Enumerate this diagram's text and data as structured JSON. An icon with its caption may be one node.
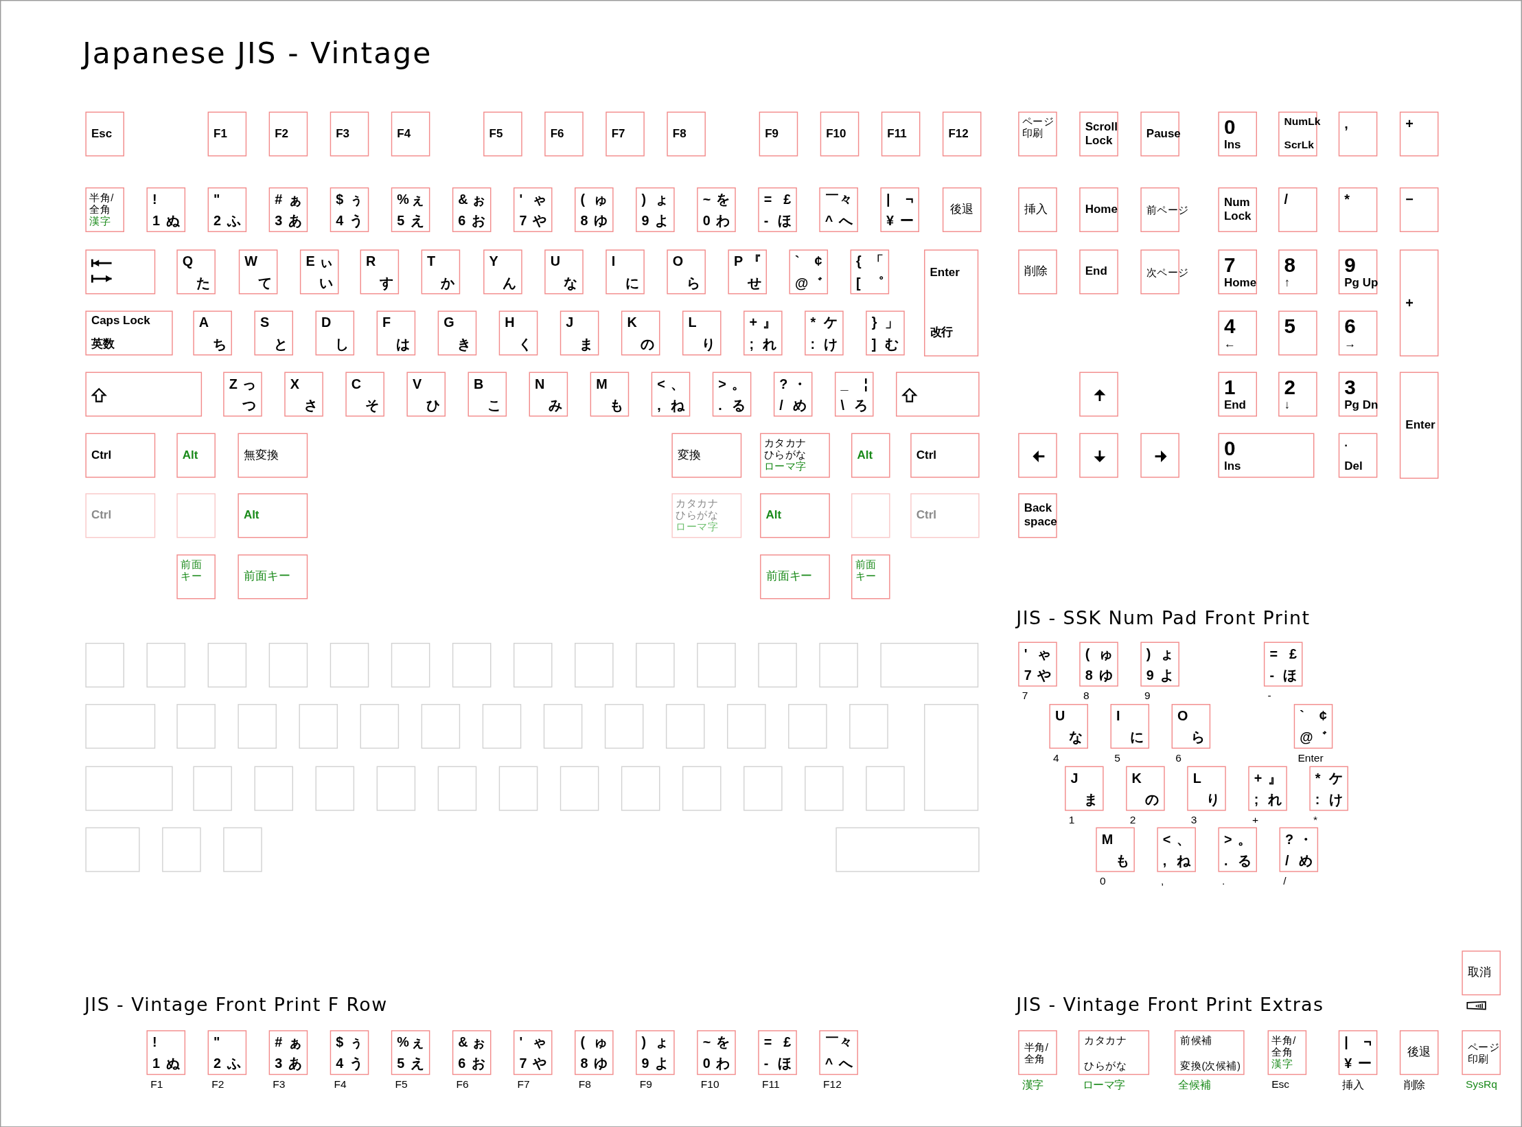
{
  "diagram": {
    "title": "Japanese JIS - Vintage",
    "nodes": [
      {
        "text": [
          "Esc"
        ]
      },
      {
        "text": [
          "F1"
        ]
      },
      {
        "text": [
          "F2"
        ]
      },
      {
        "text": [
          "F3"
        ]
      },
      {
        "text": [
          "F4"
        ]
      },
      {
        "text": [
          "F5"
        ]
      },
      {
        "text": [
          "F6"
        ]
      },
      {
        "text": [
          "F7"
        ]
      },
      {
        "text": [
          "F8"
        ]
      },
      {
        "text": [
          "F9"
        ]
      },
      {
        "text": [
          "F10"
        ]
      },
      {
        "text": [
          "F11"
        ]
      },
      {
        "text": [
          "F12"
        ]
      },
      {
        "text": [
          "ページ印刷"
        ]
      },
      {
        "text": [
          "Scroll Lock"
        ]
      },
      {
        "text": [
          "Pause"
        ]
      },
      {
        "text": [
          "0",
          "Ins"
        ]
      },
      {
        "text": [
          "NumLk",
          "ScrLk"
        ]
      },
      {
        "text": [
          ","
        ]
      },
      {
        "text": [
          "+"
        ]
      },
      {
        "text": [
          "半角/全角",
          "漢字"
        ]
      },
      {
        "text": [
          "!",
          "1",
          "ぬ"
        ]
      },
      {
        "text": [
          "\"",
          "2",
          "ふ"
        ]
      },
      {
        "text": [
          "#",
          "ぁ",
          "3",
          "あ"
        ]
      },
      {
        "text": [
          "$",
          "ぅ",
          "4",
          "う"
        ]
      },
      {
        "text": [
          "%",
          "ぇ",
          "5",
          "え"
        ]
      },
      {
        "text": [
          "&",
          "ぉ",
          "6",
          "お"
        ]
      },
      {
        "text": [
          "'",
          "ゃ",
          "7",
          "や"
        ]
      },
      {
        "text": [
          "(",
          "ゅ",
          "8",
          "ゆ"
        ]
      },
      {
        "text": [
          ")",
          "ょ",
          "9",
          "よ"
        ]
      },
      {
        "text": [
          "~",
          "を",
          "0",
          "わ"
        ]
      },
      {
        "text": [
          "=",
          "£",
          "-",
          "ほ"
        ]
      },
      {
        "text": [
          "￣",
          "々",
          "^",
          "へ"
        ]
      },
      {
        "text": [
          "|",
          "¬",
          "¥",
          "ー"
        ]
      },
      {
        "text": [
          "後退"
        ]
      },
      {
        "text": [
          "挿入"
        ]
      },
      {
        "text": [
          "Home"
        ]
      },
      {
        "text": [
          "前ページ"
        ]
      },
      {
        "text": [
          "Num Lock"
        ]
      },
      {
        "text": [
          "/"
        ]
      },
      {
        "text": [
          "*"
        ]
      },
      {
        "text": [
          "−"
        ]
      },
      {
        "text": [],
        "shape": "box"
      },
      {
        "text": [
          "Q",
          "た"
        ]
      },
      {
        "text": [
          "W",
          "て"
        ]
      },
      {
        "text": [
          "E",
          "ぃ",
          "い"
        ]
      },
      {
        "text": [
          "R",
          "す"
        ]
      },
      {
        "text": [
          "T",
          "か"
        ]
      },
      {
        "text": [
          "Y",
          "ん"
        ]
      },
      {
        "text": [
          "U",
          "な"
        ]
      },
      {
        "text": [
          "I",
          "に"
        ]
      },
      {
        "text": [
          "O",
          "ら"
        ]
      },
      {
        "text": [
          "P",
          "『",
          "せ"
        ]
      },
      {
        "text": [
          "`",
          "¢",
          "@",
          "゛"
        ]
      },
      {
        "text": [
          "{",
          "「",
          "[",
          "゜"
        ]
      },
      {
        "text": [
          "Enter",
          "改行"
        ]
      },
      {
        "text": [
          "削除"
        ]
      },
      {
        "text": [
          "End"
        ]
      },
      {
        "text": [
          "次ページ"
        ]
      },
      {
        "text": [
          "7",
          "Home"
        ]
      },
      {
        "text": [
          "8",
          "↑"
        ]
      },
      {
        "text": [
          "9",
          "Pg Up"
        ]
      },
      {
        "text": [
          "+"
        ]
      },
      {
        "text": [
          "Caps Lock",
          "英数"
        ]
      },
      {
        "text": [
          "A",
          "ち"
        ]
      },
      {
        "text": [
          "S",
          "と"
        ]
      },
      {
        "text": [
          "D",
          "し"
        ]
      },
      {
        "text": [
          "F",
          "は"
        ]
      },
      {
        "text": [
          "G",
          "き"
        ]
      },
      {
        "text": [
          "H",
          "く"
        ]
      },
      {
        "text": [
          "J",
          "ま"
        ]
      },
      {
        "text": [
          "K",
          "の"
        ]
      },
      {
        "text": [
          "L",
          "り"
        ]
      },
      {
        "text": [
          "+",
          "』",
          ";",
          "れ"
        ]
      },
      {
        "text": [
          "*",
          "ケ",
          ":",
          "け"
        ]
      },
      {
        "text": [
          "}",
          "」",
          "]",
          "む"
        ]
      },
      {
        "text": [
          "4",
          "←"
        ]
      },
      {
        "text": [
          "5"
        ]
      },
      {
        "text": [
          "6",
          "→"
        ]
      },
      {
        "text": [],
        "shape": "box"
      },
      {
        "text": [
          "Z",
          "っ",
          "つ"
        ]
      },
      {
        "text": [
          "X",
          "さ"
        ]
      },
      {
        "text": [
          "C",
          "そ"
        ]
      },
      {
        "text": [
          "V",
          "ひ"
        ]
      },
      {
        "text": [
          "B",
          "こ"
        ]
      },
      {
        "text": [
          "N",
          "み"
        ]
      },
      {
        "text": [
          "M",
          "も"
        ]
      },
      {
        "text": [
          "<",
          "、",
          ",",
          "ね"
        ]
      },
      {
        "text": [
          ">",
          "。",
          ".",
          "る"
        ]
      },
      {
        "text": [
          "?",
          "・",
          "/",
          "め"
        ]
      },
      {
        "text": [
          "_",
          "¦",
          "\\",
          "ろ"
        ]
      },
      {
        "text": [],
        "shape": "box"
      },
      {
        "text": [],
        "shape": "box"
      },
      {
        "text": [
          "1",
          "End"
        ]
      },
      {
        "text": [
          "2",
          "↓"
        ]
      },
      {
        "text": [
          "3",
          "Pg Dn"
        ]
      },
      {
        "text": [
          "Enter"
        ]
      },
      {
        "text": [
          "Ctrl"
        ]
      },
      {
        "text": [
          "Alt"
        ]
      },
      {
        "text": [
          "無変換"
        ]
      },
      {
        "text": [
          "変換"
        ]
      },
      {
        "text": [
          "カタカナひらがな",
          "ローマ字"
        ]
      },
      {
        "text": [
          "Alt"
        ]
      },
      {
        "text": [
          "Ctrl"
        ]
      },
      {
        "text": [],
        "shape": "box"
      },
      {
        "text": [],
        "shape": "box"
      },
      {
        "text": [],
        "shape": "box"
      },
      {
        "text": [
          "0",
          "Ins"
        ]
      },
      {
        "text": [
          ".",
          "Del"
        ]
      },
      {
        "text": [
          "Ctrl"
        ]
      },
      {
        "text": [],
        "shape": "box"
      },
      {
        "text": [
          "Alt"
        ]
      },
      {
        "text": [
          "カタカナひらがな",
          "ローマ字"
        ]
      },
      {
        "text": [
          "Alt"
        ]
      },
      {
        "text": [],
        "shape": "box"
      },
      {
        "text": [
          "Ctrl"
        ]
      },
      {
        "text": [
          "Back space"
        ]
      },
      {
        "text": [
          "前面キー"
        ]
      },
      {
        "text": [
          "前面キー"
        ]
      },
      {
        "text": [
          "前面キー"
        ]
      },
      {
        "text": [
          "前面キー"
        ]
      },
      {
        "text": [],
        "shape": "box"
      },
      {
        "text": [],
        "shape": "box"
      },
      {
        "text": [],
        "shape": "box"
      },
      {
        "text": [],
        "shape": "box"
      },
      {
        "text": [],
        "shape": "box"
      },
      {
        "text": [],
        "shape": "box"
      },
      {
        "text": [],
        "shape": "box"
      },
      {
        "text": [],
        "shape": "box"
      },
      {
        "text": [],
        "shape": "box"
      },
      {
        "text": [],
        "shape": "box"
      },
      {
        "text": [],
        "shape": "box"
      },
      {
        "text": [],
        "shape": "box"
      },
      {
        "text": [],
        "shape": "box"
      },
      {
        "text": [],
        "shape": "box"
      },
      {
        "text": [],
        "shape": "box"
      },
      {
        "text": [],
        "shape": "box"
      },
      {
        "text": [],
        "shape": "box"
      },
      {
        "text": [],
        "shape": "box"
      },
      {
        "text": [],
        "shape": "box"
      },
      {
        "text": [],
        "shape": "box"
      },
      {
        "text": [],
        "shape": "box"
      },
      {
        "text": [],
        "shape": "box"
      },
      {
        "text": [],
        "shape": "box"
      },
      {
        "text": [],
        "shape": "box"
      },
      {
        "text": [],
        "shape": "box"
      },
      {
        "text": [],
        "shape": "box"
      },
      {
        "text": [],
        "shape": "box"
      },
      {
        "text": [],
        "shape": "box"
      },
      {
        "text": [],
        "shape": "box"
      },
      {
        "text": [],
        "shape": "box"
      },
      {
        "text": [],
        "shape": "box"
      },
      {
        "text": [],
        "shape": "box"
      },
      {
        "text": [],
        "shape": "box"
      },
      {
        "text": [],
        "shape": "box"
      },
      {
        "text": [],
        "shape": "box"
      },
      {
        "text": [],
        "shape": "box"
      },
      {
        "text": [],
        "shape": "box"
      },
      {
        "text": [],
        "shape": "box"
      },
      {
        "text": [],
        "shape": "box"
      },
      {
        "text": [],
        "shape": "box"
      },
      {
        "text": [],
        "shape": "box"
      },
      {
        "text": [],
        "shape": "box"
      },
      {
        "text": [],
        "shape": "box"
      },
      {
        "text": [],
        "shape": "box"
      },
      {
        "text": [],
        "shape": "box"
      },
      {
        "text": [
          "'",
          "ゃ",
          "7",
          "や"
        ],
        "beside": [
          "7"
        ]
      },
      {
        "text": [
          "(",
          "ゅ",
          "8",
          "ゆ"
        ],
        "beside": [
          "8"
        ]
      },
      {
        "text": [
          ")",
          "ょ",
          "9",
          "よ"
        ],
        "beside": [
          "9"
        ]
      },
      {
        "text": [
          "=",
          "£",
          "-",
          "ほ"
        ],
        "beside": [
          "-"
        ]
      },
      {
        "text": [
          "U",
          "な"
        ],
        "beside": [
          "4"
        ]
      },
      {
        "text": [
          "I",
          "に"
        ],
        "beside": [
          "5"
        ]
      },
      {
        "text": [
          "O",
          "ら"
        ],
        "beside": [
          "6"
        ]
      },
      {
        "text": [
          "`",
          "¢",
          "@",
          "゛"
        ],
        "beside": [
          "Enter"
        ]
      },
      {
        "text": [
          "J",
          "ま"
        ],
        "beside": [
          "1"
        ]
      },
      {
        "text": [
          "K",
          "の"
        ],
        "beside": [
          "2"
        ]
      },
      {
        "text": [
          "L",
          "り"
        ],
        "beside": [
          "3"
        ]
      },
      {
        "text": [
          "+",
          "』",
          ";",
          "れ"
        ],
        "beside": [
          "+"
        ]
      },
      {
        "text": [
          "*",
          "ケ",
          ":",
          "け"
        ],
        "beside": [
          "*"
        ]
      },
      {
        "text": [
          "M",
          "も"
        ],
        "beside": [
          "0"
        ]
      },
      {
        "text": [
          "<",
          "、",
          ",",
          "ね"
        ],
        "beside": [
          ","
        ]
      },
      {
        "text": [
          ">",
          "。",
          ".",
          "る"
        ],
        "beside": [
          "."
        ]
      },
      {
        "text": [
          "?",
          "・",
          "/",
          "め"
        ],
        "beside": [
          "/"
        ]
      },
      {
        "text": [
          "!",
          "1",
          "ぬ"
        ],
        "beside": [
          "F1"
        ]
      },
      {
        "text": [
          "\"",
          "2",
          "ふ"
        ],
        "beside": [
          "F2"
        ]
      },
      {
        "text": [
          "#",
          "ぁ",
          "3",
          "あ"
        ],
        "beside": [
          "F3"
        ]
      },
      {
        "text": [
          "$",
          "ぅ",
          "4",
          "う"
        ],
        "beside": [
          "F4"
        ]
      },
      {
        "text": [
          "%",
          "ぇ",
          "5",
          "え"
        ],
        "beside": [
          "F5"
        ]
      },
      {
        "text": [
          "&",
          "ぉ",
          "6",
          "お"
        ],
        "beside": [
          "F6"
        ]
      },
      {
        "text": [
          "'",
          "ゃ",
          "7",
          "や"
        ],
        "beside": [
          "F7"
        ]
      },
      {
        "text": [
          "(",
          "ゅ",
          "8",
          "ゆ"
        ],
        "beside": [
          "F8"
        ]
      },
      {
        "text": [
          ")",
          "ょ",
          "9",
          "よ"
        ],
        "beside": [
          "F9"
        ]
      },
      {
        "text": [
          "~",
          "を",
          "0",
          "わ"
        ],
        "beside": [
          "F10"
        ]
      },
      {
        "text": [
          "=",
          "£",
          "-",
          "ほ"
        ],
        "beside": [
          "F11"
        ]
      },
      {
        "text": [
          "￣",
          "々",
          "^",
          "へ"
        ],
        "beside": [
          "F12"
        ]
      },
      {
        "text": [
          "取消"
        ]
      },
      {
        "text": [
          "半角/全角"
        ],
        "beside": [
          "漢字"
        ]
      },
      {
        "text": [
          "カタカナ",
          "ひらがな"
        ],
        "beside": [
          "ローマ字"
        ]
      },
      {
        "text": [
          "前候補",
          "変換(次候補)"
        ],
        "beside": [
          "全候補"
        ]
      },
      {
        "text": [
          "半角/全角",
          "漢字"
        ],
        "beside": [
          "Esc"
        ]
      },
      {
        "text": [
          "|",
          "¬",
          "¥",
          "ー"
        ],
        "beside": [
          "挿入"
        ]
      },
      {
        "text": [
          "後退"
        ],
        "beside": [
          "削除"
        ]
      },
      {
        "text": [
          "ページ印刷"
        ],
        "beside": [
          "SysRq"
        ]
      }
    ],
    "labels": [
      "JIS - SSK Num Pad Front Print",
      "JIS - Vintage Front Print F Row",
      "JIS - Vintage Front Print Extras"
    ]
  }
}
